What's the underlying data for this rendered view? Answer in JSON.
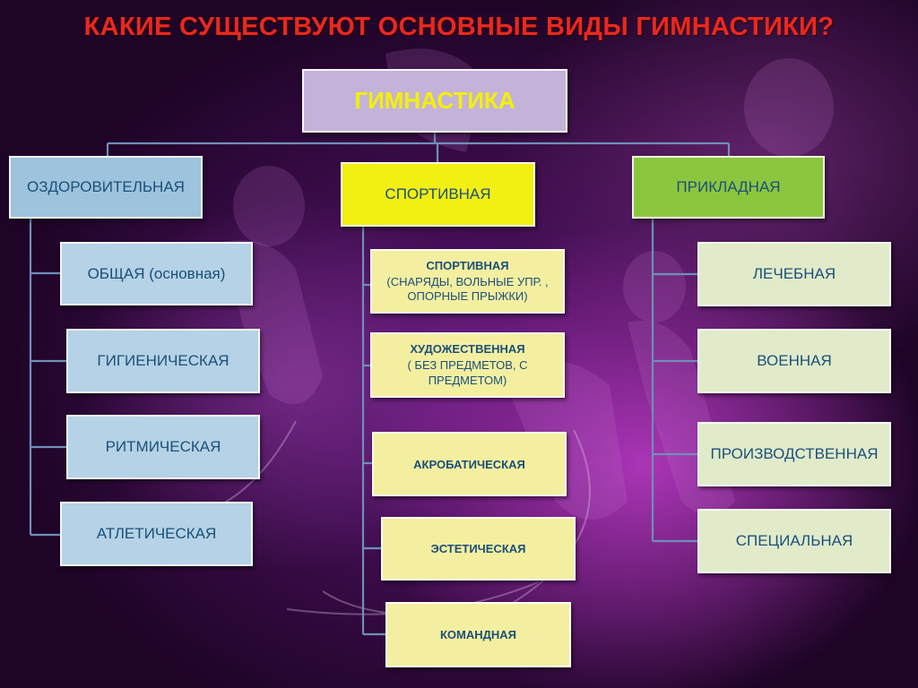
{
  "title": "КАКИЕ СУЩЕСТВУЮТ ОСНОВНЫЕ ВИДЫ ГИМНАСТИКИ?",
  "root": "ГИМНАСТИКА",
  "categories": {
    "left": {
      "label": "ОЗДОРОВИТЕЛЬНАЯ",
      "items": [
        "ОБЩАЯ  (основная)",
        "ГИГИЕНИЧЕСКАЯ",
        "РИТМИЧЕСКАЯ",
        "АТЛЕТИЧЕСКАЯ"
      ]
    },
    "middle": {
      "label": "СПОРТИВНАЯ",
      "items": [
        {
          "title": "СПОРТИВНАЯ",
          "sub": "(СНАРЯДЫ, ВОЛЬНЫЕ УПР. , ОПОРНЫЕ ПРЫЖКИ)"
        },
        {
          "title": "ХУДОЖЕСТВЕННАЯ",
          "sub": "( БЕЗ ПРЕДМЕТОВ, С ПРЕДМЕТОМ)"
        },
        {
          "title": "АКРОБАТИЧЕСКАЯ"
        },
        {
          "title": "ЭСТЕТИЧЕСКАЯ"
        },
        {
          "title": "КОМАНДНАЯ"
        }
      ]
    },
    "right": {
      "label": "ПРИКЛАДНАЯ",
      "items": [
        "ЛЕЧЕБНАЯ",
        "ВОЕННАЯ",
        "ПРОИЗВОДСТВЕННАЯ",
        "СПЕЦИАЛЬНАЯ"
      ]
    }
  }
}
